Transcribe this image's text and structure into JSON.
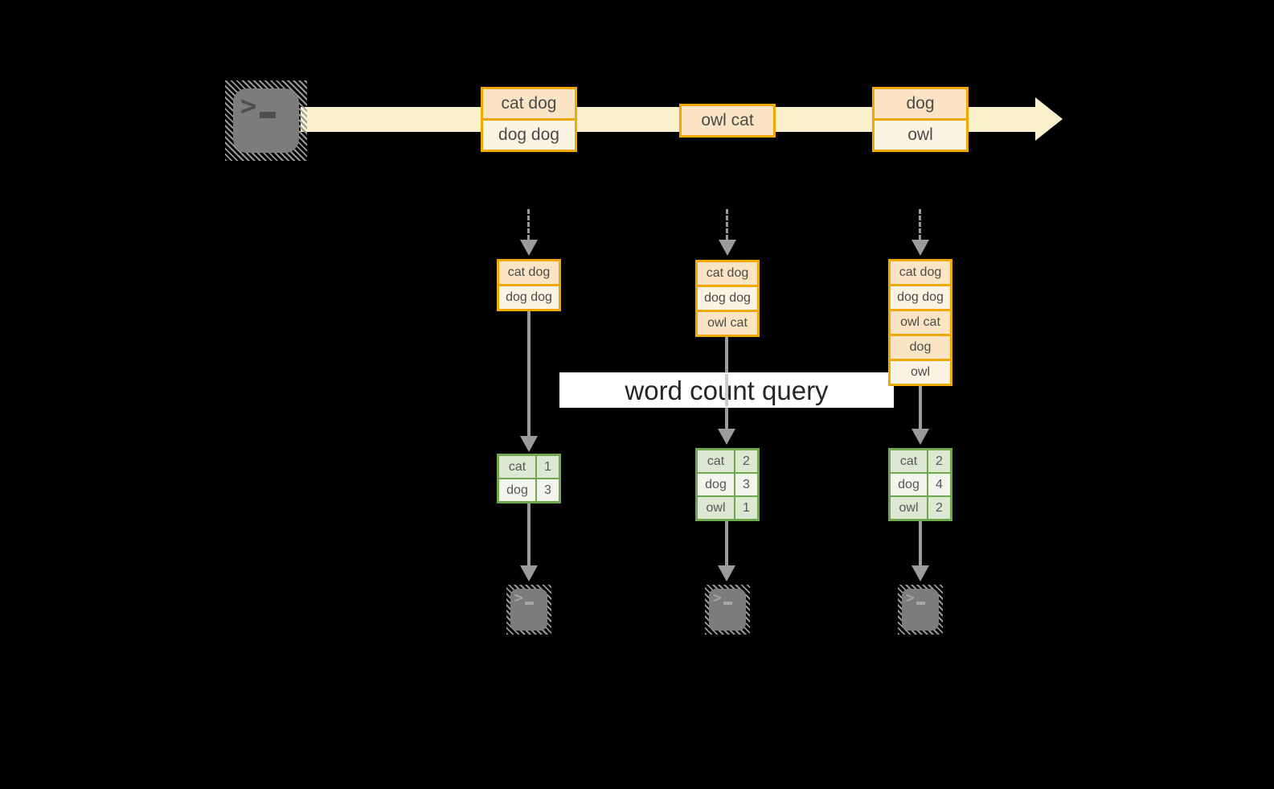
{
  "query_label": "word count query",
  "palette": {
    "orange_border": "#F0A803",
    "record_fill_dark": "#FAE4C4",
    "record_fill_light": "#FDF3E3",
    "stream_band": "#FAF1CC",
    "green_border": "#6FA84F",
    "table_cell_green": "#DCE8D2",
    "table_cell_pale": "#F1F5EC",
    "arrow_gray": "#9B9B9B",
    "terminal_gray": "#7C7C7C"
  },
  "stream": {
    "source_icon": "terminal-icon",
    "records": [
      {
        "rows": [
          "cat dog",
          "dog dog"
        ]
      },
      {
        "rows": [
          "owl cat"
        ]
      },
      {
        "rows": [
          "dog",
          "owl"
        ]
      }
    ]
  },
  "columns": [
    {
      "state_rows": [
        "cat dog",
        "dog dog"
      ],
      "counts": [
        {
          "word": "cat",
          "value": "1"
        },
        {
          "word": "dog",
          "value": "3"
        }
      ]
    },
    {
      "state_rows": [
        "cat dog",
        "dog dog",
        "owl cat"
      ],
      "counts": [
        {
          "word": "cat",
          "value": "2"
        },
        {
          "word": "dog",
          "value": "3"
        },
        {
          "word": "owl",
          "value": "1"
        }
      ]
    },
    {
      "state_rows": [
        "cat dog",
        "dog dog",
        "owl cat",
        "dog",
        "owl"
      ],
      "counts": [
        {
          "word": "cat",
          "value": "2"
        },
        {
          "word": "dog",
          "value": "4"
        },
        {
          "word": "owl",
          "value": "2"
        }
      ]
    }
  ]
}
